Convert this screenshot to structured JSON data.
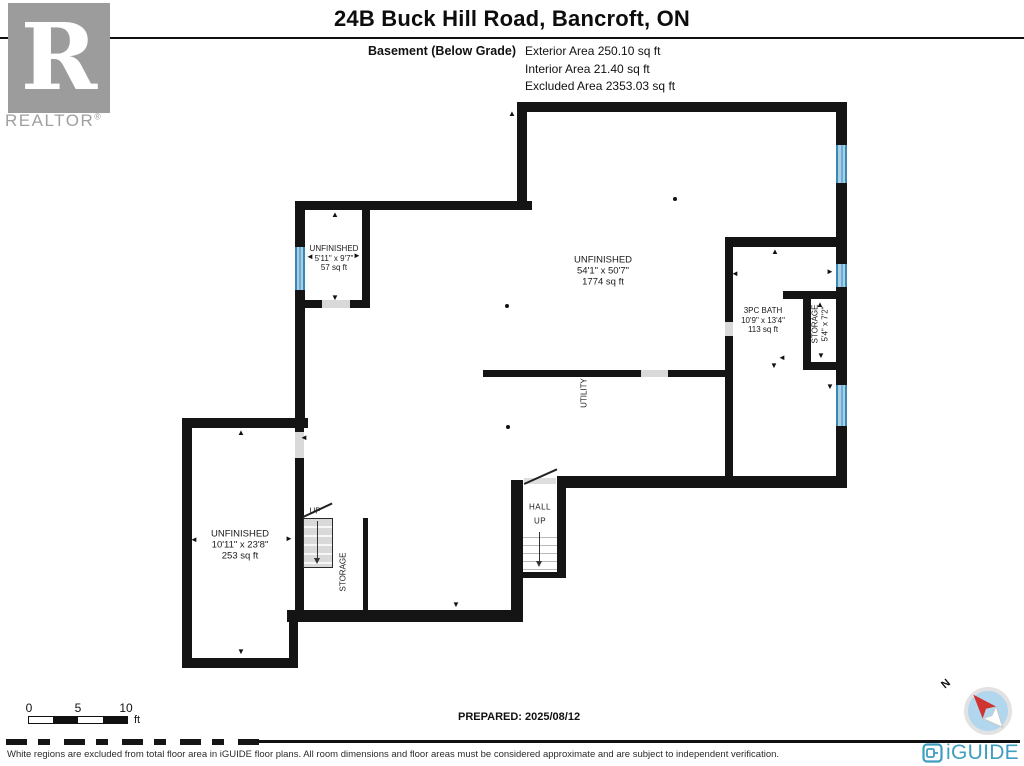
{
  "header": {
    "title": "24B Buck Hill Road, Bancroft, ON",
    "floor_label": "Basement (Below Grade)",
    "area_lines": [
      "Exterior Area 250.10 sq ft",
      "Interior Area 21.40 sq ft",
      "Excluded Area 2353.03 sq ft"
    ],
    "realtor_text": "REALTOR",
    "realtor_reg": "®",
    "realtor_r": "R"
  },
  "rooms": {
    "small_unfinished": {
      "name": "UNFINISHED",
      "dims": "5'11\" x 9'7\"",
      "area": "57 sq ft"
    },
    "main_unfinished": {
      "name": "UNFINISHED",
      "dims": "54'1\" x 50'7\"",
      "area": "1774 sq ft"
    },
    "bath": {
      "name": "3PC BATH",
      "dims": "10'9\" x 13'4\"",
      "area": "113 sq ft"
    },
    "lower_unfinished": {
      "name": "UNFINISHED",
      "dims": "10'11\" x 23'8\"",
      "area": "253 sq ft"
    },
    "storage_right": {
      "name": "STORAGE",
      "dims": "5'4\" x 7'2\""
    },
    "storage_left": {
      "name": "STORAGE"
    },
    "utility": {
      "name": "UTILITY"
    },
    "hall": {
      "name": "HALL",
      "up": "UP"
    },
    "stairs_up": {
      "label": "UP"
    }
  },
  "icons": {
    "arrow_up": "▲",
    "arrow_down": "▼",
    "arrow_left": "◄",
    "arrow_right": "►",
    "north": "N"
  },
  "scale_bar": {
    "tick0": "0",
    "tick1": "5",
    "tick2": "10",
    "unit": "ft"
  },
  "prepared_label": "PREPARED: 2025/08/12",
  "footer": {
    "disclaimer": "White regions are excluded from total floor area in iGUIDE floor plans. All room dimensions and floor areas must be considered approximate and are subject to independent verification.",
    "brand": "iGUIDE"
  },
  "colors": {
    "wall": "#141414",
    "window_light": "#a6d0e6",
    "window_dark": "#3c86b4",
    "door_gap": "#d9d9d9",
    "brand_teal": "#3f9ec0",
    "compass_fill": "#b0d7ee",
    "compass_needle": "#cf3430",
    "logo_gray": "#9c9c9c"
  }
}
